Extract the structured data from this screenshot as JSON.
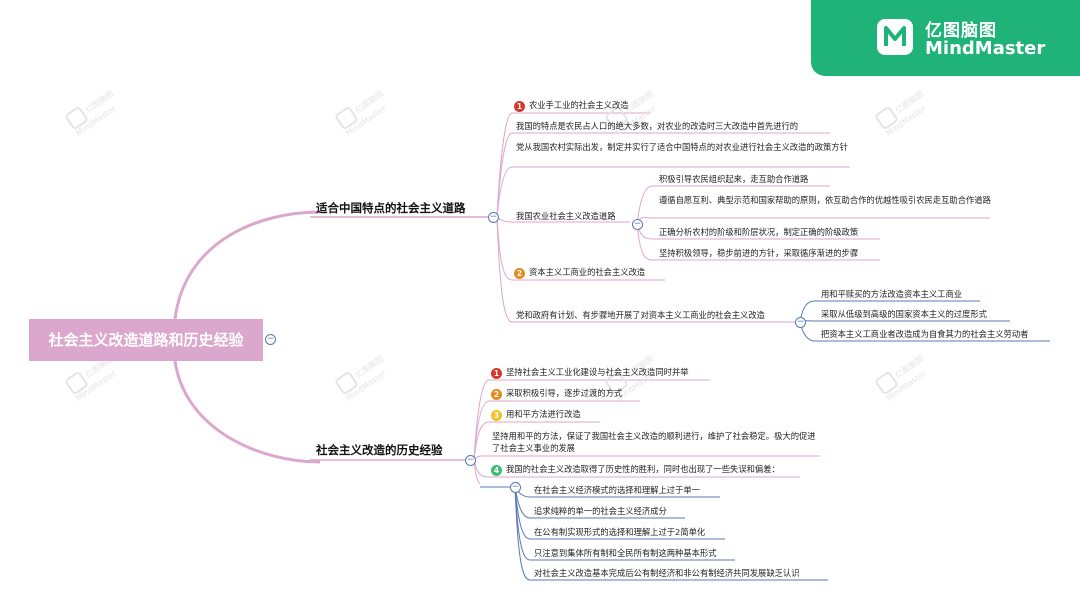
{
  "brand": {
    "name_cn": "亿图脑图",
    "name_en": "MindMaster"
  },
  "watermark": {
    "cn": "亿图脑图",
    "en": "MindMaster"
  },
  "root": {
    "label": "社会主义改造道路和历史经验"
  },
  "branches": [
    {
      "label": "适合中国特点的社会主义道路",
      "items": [
        {
          "badge": "1",
          "badge_color": "#d9362b",
          "text": "农业手工业的社会主义改造"
        },
        {
          "text": "我国的特点是农民占人口的绝大多数，对农业的改造时三大改造中首先进行的"
        },
        {
          "text": "党从我国农村实际出发，制定并实行了适合中国特点的对农业进行社会主义改造的政策方针"
        },
        {
          "text": "我国农业社会主义改造道路",
          "children": [
            "积极引导农民组织起来，走互助合作道路",
            "遵循自愿互利、典型示范和国家帮助的原则，依互助合作的优越性吸引农民走互助合作道路",
            "正确分析农村的阶级和阶层状况，制定正确的阶级政策",
            "坚持积极领导，稳步前进的方针，采取循序渐进的步骤"
          ]
        },
        {
          "badge": "2",
          "badge_color": "#e58a1c",
          "text": "资本主义工商业的社会主义改造"
        },
        {
          "text": "党和政府有计划、有步骤地开展了对资本主义工商业的社会主义改造",
          "children": [
            "用和平赎买的方法改造资本主义工商业",
            "采取从低级到高级的国家资本主义的过度形式",
            "把资本主义工商业者改造成为自食其力的社会主义劳动者"
          ]
        }
      ]
    },
    {
      "label": "社会主义改造的历史经验",
      "items": [
        {
          "badge": "1",
          "badge_color": "#d9362b",
          "text": "坚持社会主义工业化建设与社会主义改造同时并举"
        },
        {
          "badge": "2",
          "badge_color": "#e58a1c",
          "text": "采取积极引导，逐步过渡的方式"
        },
        {
          "badge": "3",
          "badge_color": "#f0c31c",
          "text": "用和平方法进行改造"
        },
        {
          "text": "坚持用和平的方法，保证了我国社会主义改造的顺利进行，维护了社会稳定。极大的促进了社会主义事业的发展"
        },
        {
          "badge": "4",
          "badge_color": "#3dbf73",
          "text": "我国的社会主义改造取得了历史性的胜利，同时也出现了一些失误和偏差：",
          "children": [
            "在社会主义经济模式的选择和理解上过于单一",
            "追求纯粹的单一的社会主义经济成分",
            "在公有制实现形式的选择和理解上过于2简单化",
            "只注意到集体所有制和全民所有制这两种基本形式",
            "对社会主义改造基本完成后公有制经济和非公有制经济共同发展缺乏认识"
          ]
        }
      ]
    }
  ],
  "colors": {
    "root_fill": "#dca7cc",
    "branch_line": "#dca7cc",
    "sub_line": "#5b78b3",
    "brand_green": "#1fb37a"
  }
}
